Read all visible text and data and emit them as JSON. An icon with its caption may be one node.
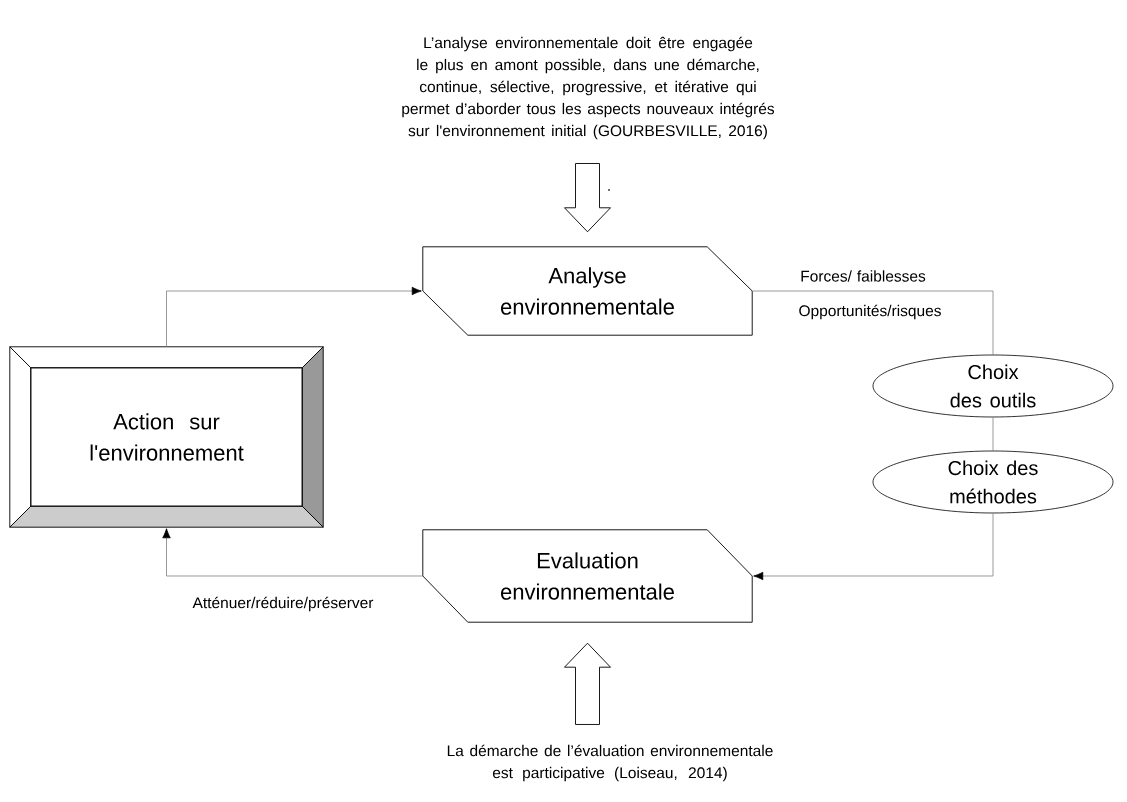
{
  "diagram": {
    "nodes": [
      {
        "text": [
          "L’analyse environnementale doit être engagée le plus en amont possible, dans une démarche, continue, sélective, progressive, et itérative qui permet d’aborder tous les aspects nouveaux intégrés sur l'environnement initial (GOURBESVILLE, 2016)"
        ]
      },
      {
        "text": [
          "Analyse environnementale"
        ]
      },
      {
        "text": [
          "Action sur l'environnement"
        ]
      },
      {
        "text": [
          "Choix des outils"
        ]
      },
      {
        "text": [
          "Choix des méthodes"
        ]
      },
      {
        "text": [
          "Evaluation environnementale"
        ]
      },
      {
        "text": [
          "La démarche de l’évaluation environnementale est participative (Loiseau, 2014)"
        ]
      }
    ],
    "edges": [
      {
        "from": 0,
        "to": 1,
        "arrow": "to",
        "style": "thick"
      },
      {
        "from": 2,
        "to": 1,
        "arrow": "to"
      },
      {
        "from": 1,
        "to": 3,
        "arrow": "none",
        "label": "Forces/ faiblesses"
      },
      {
        "from": 3,
        "to": 4,
        "arrow": "none"
      },
      {
        "from": 4,
        "to": 5,
        "arrow": "to"
      },
      {
        "from": 5,
        "to": 2,
        "arrow": "to",
        "label": "Atténuer/réduire/préserver"
      },
      {
        "from": 6,
        "to": 5,
        "arrow": "to",
        "style": "thick"
      }
    ],
    "labels": [
      ".",
      "Opportunités/risques"
    ]
  }
}
